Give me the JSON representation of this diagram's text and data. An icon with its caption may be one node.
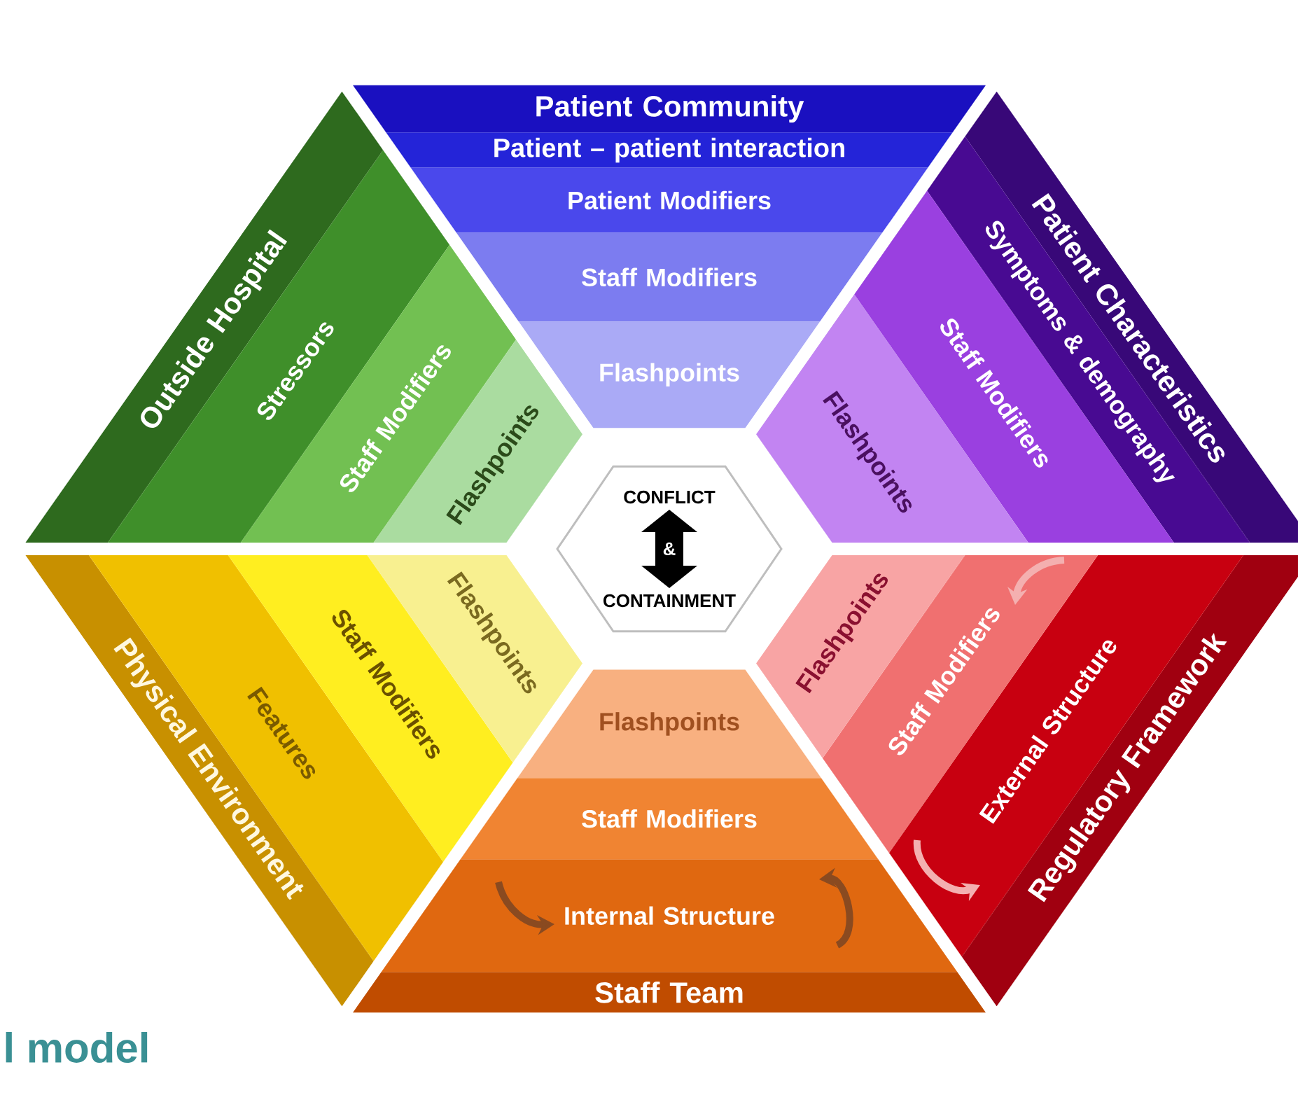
{
  "diagram": {
    "nodes": [
      {
        "text": [
          "Patient Community"
        ]
      },
      {
        "text": [
          "Patient – patient interaction"
        ]
      },
      {
        "text": [
          "Patient Modifiers"
        ]
      },
      {
        "text": [
          "Staff Modifiers"
        ]
      },
      {
        "text": [
          "Flashpoints"
        ]
      },
      {
        "text": [
          "Outside Hospital"
        ]
      },
      {
        "text": [
          "Stressors"
        ]
      },
      {
        "text": [
          "Staff Modifiers"
        ]
      },
      {
        "text": [
          "Flashpoints"
        ]
      },
      {
        "text": [
          "Patient Characteristics"
        ]
      },
      {
        "text": [
          "Symptoms & demography"
        ]
      },
      {
        "text": [
          "Staff Modifiers"
        ]
      },
      {
        "text": [
          "Flashpoints"
        ]
      },
      {
        "text": [
          "CONFLICT",
          "&",
          "CONTAINMENT"
        ]
      },
      {
        "text": [
          "Physical Environment"
        ]
      },
      {
        "text": [
          "Features"
        ]
      },
      {
        "text": [
          "Staff Modifiers"
        ]
      },
      {
        "text": [
          "Flashpoints"
        ]
      },
      {
        "text": [
          "Staff Team"
        ]
      },
      {
        "text": [
          "Internal Structure"
        ]
      },
      {
        "text": [
          "Staff Modifiers"
        ]
      },
      {
        "text": [
          "Flashpoints"
        ]
      },
      {
        "text": [
          "Regulatory Framework"
        ]
      },
      {
        "text": [
          "External Structure"
        ]
      },
      {
        "text": [
          "Staff Modifiers"
        ]
      },
      {
        "text": [
          "Flashpoints"
        ]
      }
    ],
    "labels": [
      "l model"
    ]
  }
}
